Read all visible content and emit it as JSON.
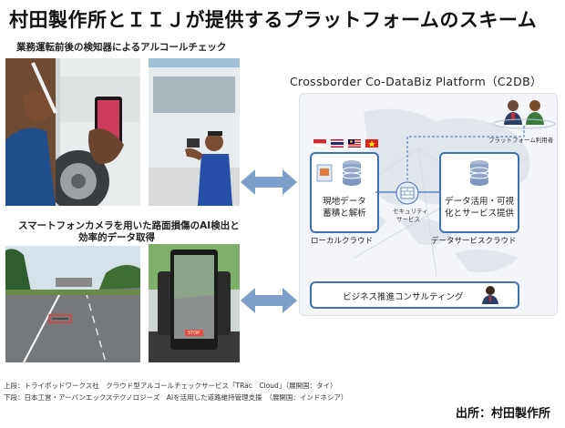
{
  "title": "村田製作所とＩＩＪが提供するプラットフォームのスキーム",
  "top_caption": "業務運転前後の検知器によるアルコールチェック",
  "bottom_caption": {
    "line1": "スマートフォンカメラを用いた路面損傷のAI検出と",
    "line2": "効率的データ取得"
  },
  "platform": {
    "title": "Crossborder Co-DataBiz Platform（C2DB）",
    "users_label": "プラットフォーム利用者",
    "local_box": {
      "line1": "現地データ",
      "line2": "蓄積と解析"
    },
    "local_label": "ローカルクラウド",
    "security_label": {
      "line1": "セキュリティ",
      "line2": "サービス"
    },
    "data_box": {
      "line1": "データ活用・可視",
      "line2": "化とサービス提供"
    },
    "data_label": "データサービスクラウド",
    "consulting_label": "ビジネス推進コンサルティング"
  },
  "phone_screen_text": "STOP",
  "notes": {
    "upper": "上段：トライポッドワークス社　クラウド型アルコールチェックサービス「TRac　Cloud」（展開国：タイ）",
    "lower": "下段：日本工営・アーバンエックステクノロジーズ　AIを活用した道路維持管理支援　（展開国：インドネシア）"
  },
  "source": "出所：村田製作所",
  "icons": [
    "flag-indonesia-icon",
    "flag-thailand-icon",
    "flag-malaysia-icon",
    "flag-vietnam-icon",
    "database-icon",
    "user-icon",
    "firewall-icon",
    "double-arrow-icon"
  ],
  "colors": {
    "accent": "#3d72b8",
    "arrow": "#7d9ec8",
    "panel": "#f3f5f9"
  }
}
